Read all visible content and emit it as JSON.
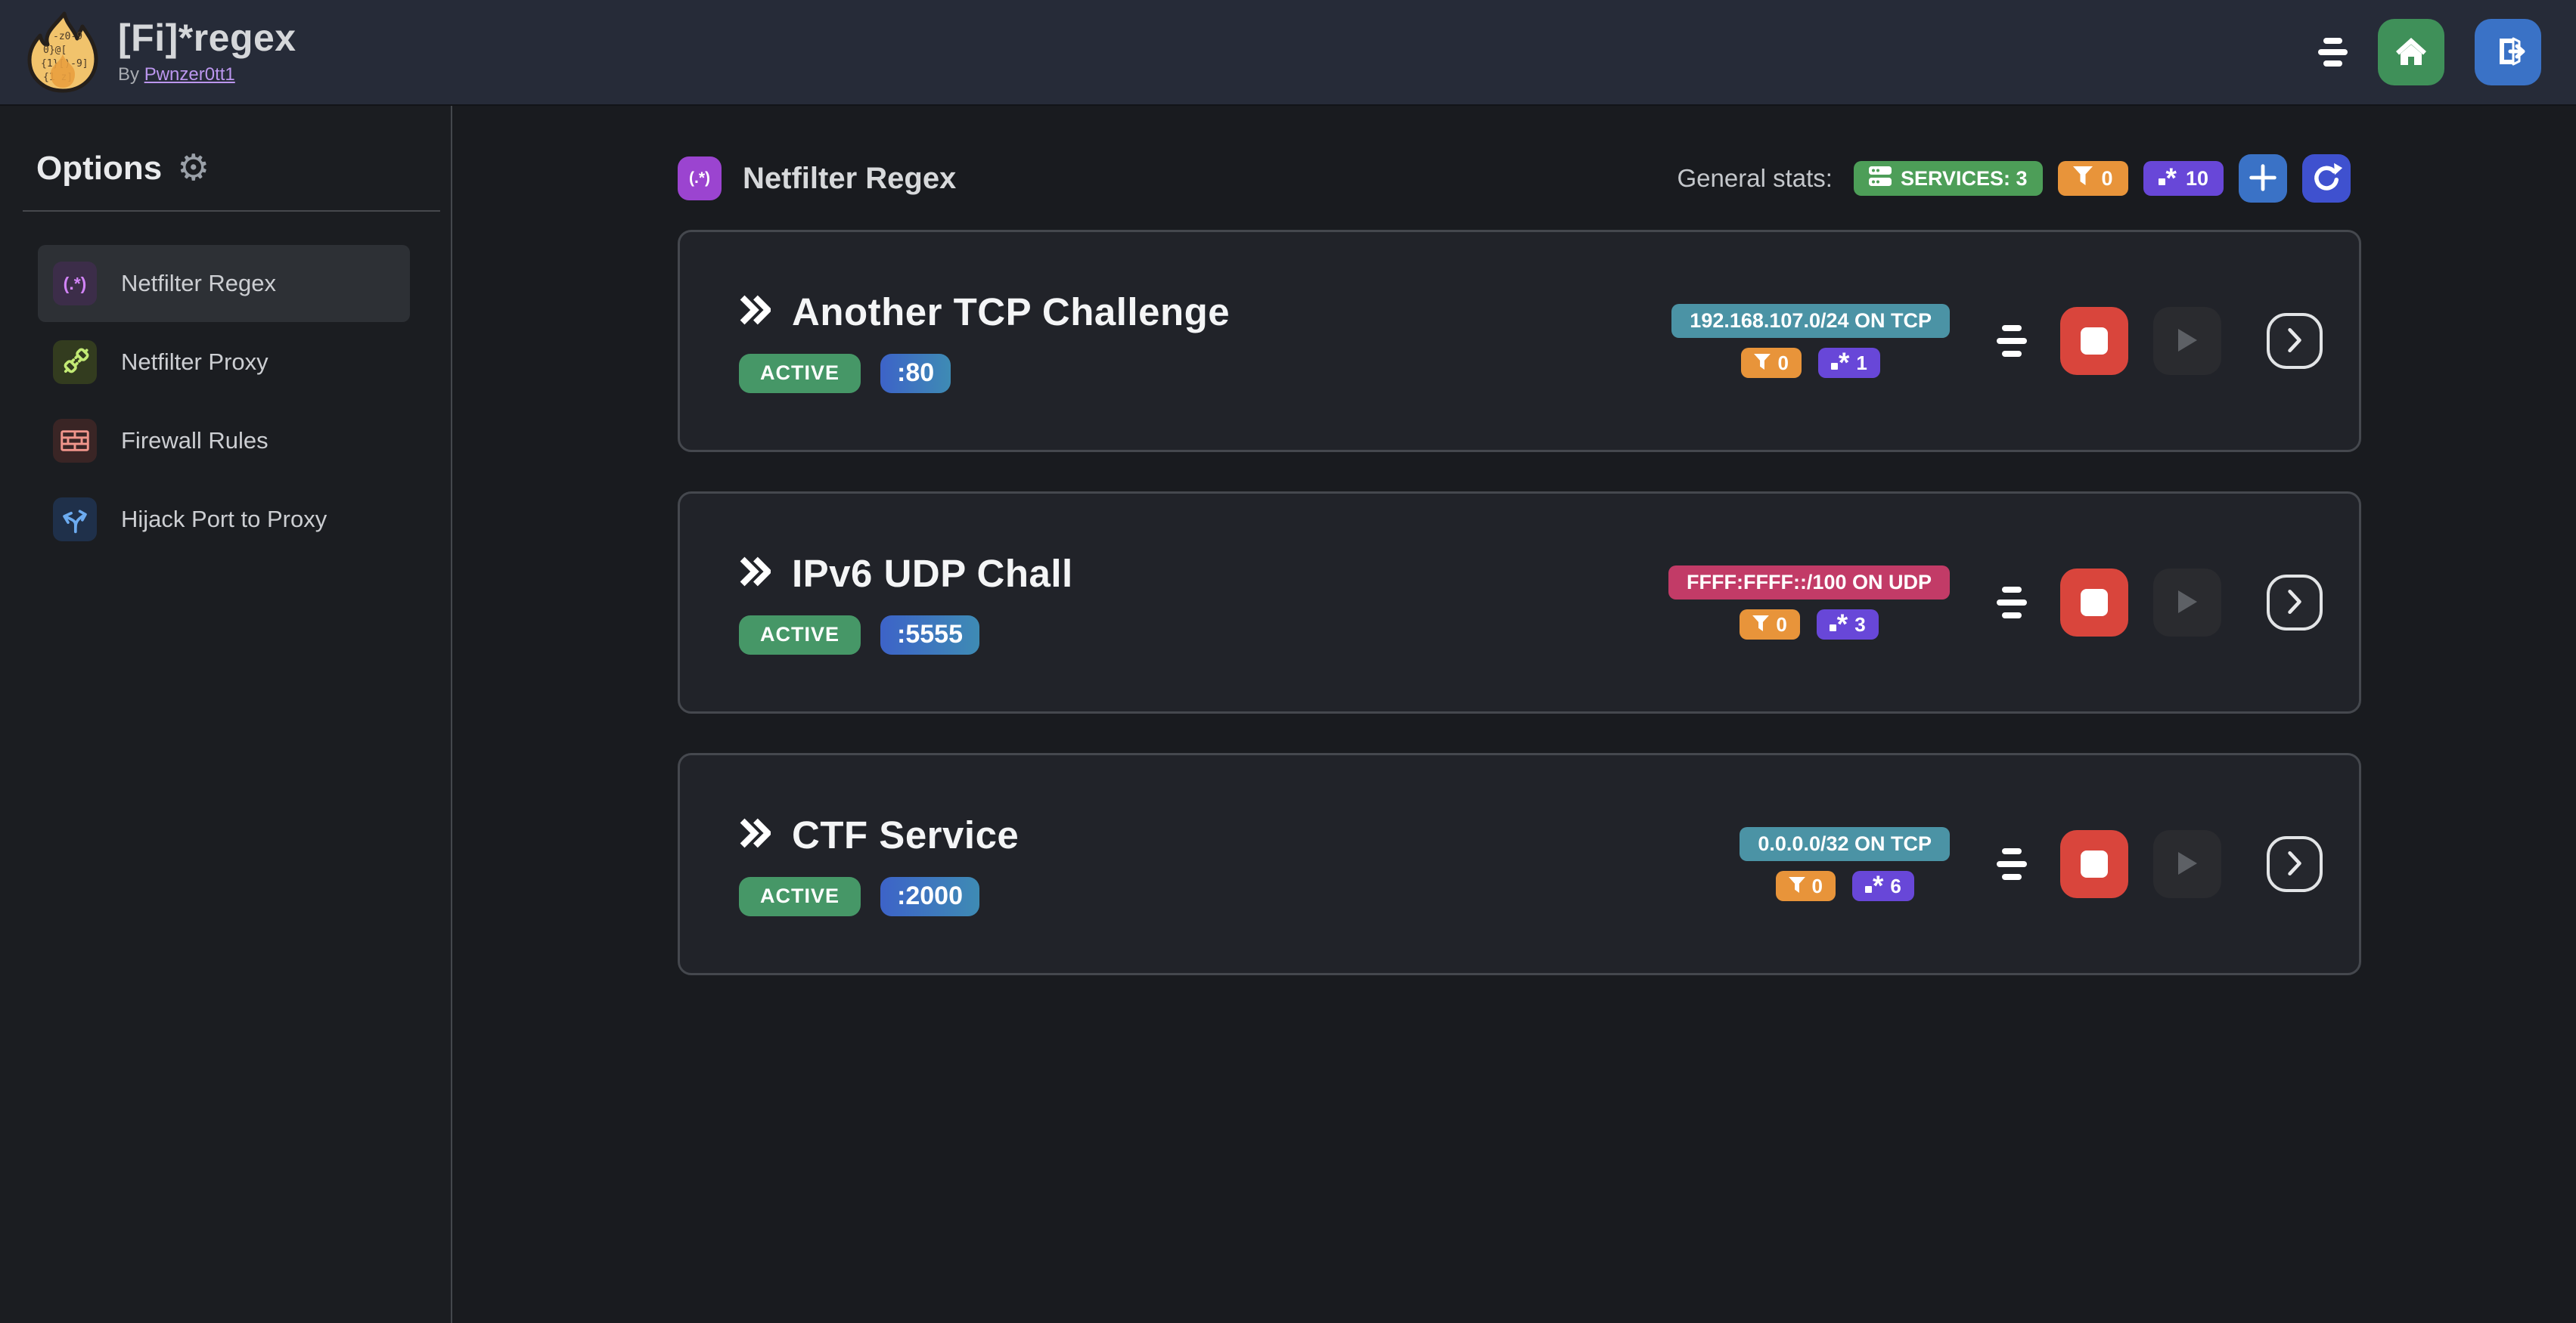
{
  "header": {
    "title": "[Fi]*regex",
    "byline_prefix": "By",
    "byline_link": "Pwnzer0tt1"
  },
  "sidebar": {
    "heading": "Options",
    "heading_icon_glyph": "⚙",
    "items": [
      {
        "label": "Netfilter Regex",
        "icon": "regex-parens-dot-star",
        "glyph": "(.*)",
        "active": true
      },
      {
        "label": "Netfilter Proxy",
        "icon": "plug-connectors",
        "active": false
      },
      {
        "label": "Firewall Rules",
        "icon": "brick-wall",
        "active": false
      },
      {
        "label": "Hijack Port to Proxy",
        "icon": "fork-arrows",
        "active": false
      }
    ]
  },
  "main": {
    "section_icon_glyph": "(.*)",
    "section_title": "Netfilter Regex",
    "stats_label": "General stats:",
    "stats": {
      "services_label": "SERVICES: 3",
      "filters_count": "0",
      "regexes_count": "10"
    }
  },
  "services": [
    {
      "name": "Another TCP Challenge",
      "status": "ACTIVE",
      "port": ":80",
      "target": "192.168.107.0/24 ON TCP",
      "target_variant": "teal",
      "filters_count": "0",
      "regexes_count": "1"
    },
    {
      "name": "IPv6 UDP Chall",
      "status": "ACTIVE",
      "port": ":5555",
      "target": "FFFF:FFFF::/100 ON UDP",
      "target_variant": "pink",
      "filters_count": "0",
      "regexes_count": "3"
    },
    {
      "name": "CTF Service",
      "status": "ACTIVE",
      "port": ":2000",
      "target": "0.0.0.0/32 ON TCP",
      "target_variant": "teal",
      "filters_count": "0",
      "regexes_count": "6"
    }
  ],
  "icons": {
    "menu": "align-center-lines",
    "home": "home-house",
    "logout": "door-arrow-right",
    "add": "plus",
    "refresh": "rotate-clockwise",
    "services": "server-stack",
    "filters": "funnel",
    "regexes": "dot-star",
    "stop": "stop-square",
    "start": "play-triangle",
    "open": "chevron-right",
    "details": "align-center-lines",
    "service_title": "double-chevron-right"
  },
  "colors": {
    "page_bg": "#191b1f",
    "header_bg": "#262b38",
    "sidebar_bg": "#1b1d21",
    "card_bg": "#212329",
    "card_border": "#45484e",
    "accent_purple": "#9b44d0",
    "green": "#4d9e58",
    "green_status": "#469767",
    "home_green": "#3f9059",
    "orange": "#e8943a",
    "violet": "#6847d8",
    "teal": "#4b93a5",
    "pink": "#c23b67",
    "blue_btn": "#3a72c6",
    "indigo_btn": "#3f51cf",
    "red": "#d9453c",
    "port_from": "#3d63c8",
    "port_to": "#3e8bb4",
    "link": "#bb96ee"
  }
}
